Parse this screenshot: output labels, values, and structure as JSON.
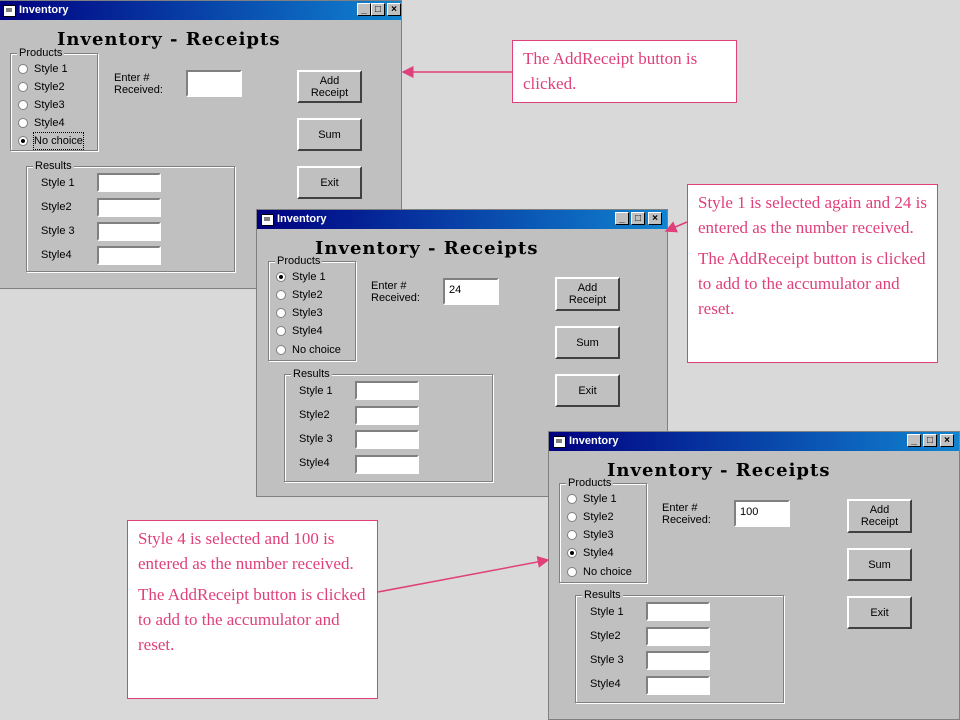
{
  "windows": [
    {
      "title": "Inventory",
      "header": "Inventory - Receipts",
      "window_buttons": [
        "_",
        "□",
        "×"
      ],
      "products_group": "Products",
      "options": [
        "Style 1",
        "Style2",
        "Style3",
        "Style4",
        "No choice"
      ],
      "selected": 4,
      "enter_label_1": "Enter #",
      "enter_label_2": "Received:",
      "received_value": "",
      "add_label_1": "Add",
      "add_label_2": "Receipt",
      "sum_label": "Sum",
      "exit_label": "Exit",
      "results_group": "Results",
      "results": [
        "Style 1",
        "Style2",
        "Style 3",
        "Style4"
      ]
    },
    {
      "title": "Inventory",
      "header": "Inventory - Receipts",
      "window_buttons": [
        "_",
        "□",
        "×"
      ],
      "products_group": "Products",
      "options": [
        "Style 1",
        "Style2",
        "Style3",
        "Style4",
        "No choice"
      ],
      "selected": 0,
      "enter_label_1": "Enter #",
      "enter_label_2": "Received:",
      "received_value": "24",
      "add_label_1": "Add",
      "add_label_2": "Receipt",
      "sum_label": "Sum",
      "exit_label": "Exit",
      "results_group": "Results",
      "results": [
        "Style 1",
        "Style2",
        "Style 3",
        "Style4"
      ]
    },
    {
      "title": "Inventory",
      "header": "Inventory - Receipts",
      "window_buttons": [
        "_",
        "□",
        "×"
      ],
      "products_group": "Products",
      "options": [
        "Style 1",
        "Style2",
        "Style3",
        "Style4",
        "No choice"
      ],
      "selected": 3,
      "enter_label_1": "Enter #",
      "enter_label_2": "Received:",
      "received_value": "100",
      "add_label_1": "Add",
      "add_label_2": "Receipt",
      "sum_label": "Sum",
      "exit_label": "Exit",
      "results_group": "Results",
      "results": [
        "Style 1",
        "Style2",
        "Style 3",
        "Style4"
      ]
    }
  ],
  "notes": {
    "note1": [
      "The AddReceipt button is clicked."
    ],
    "note2": [
      "Style 1 is selected again and 24 is entered as the number received.",
      "The AddReceipt button is clicked to add to the accumulator and reset."
    ],
    "note3": [
      "Style 4 is selected and 100 is entered as the number received.",
      "The AddReceipt button is clicked to add to the accumulator and reset."
    ]
  },
  "colors": {
    "annotation": "#e0407a",
    "title_bar_start": "#000080",
    "title_bar_end": "#1084d0",
    "form_background": "#c0c0c0"
  }
}
